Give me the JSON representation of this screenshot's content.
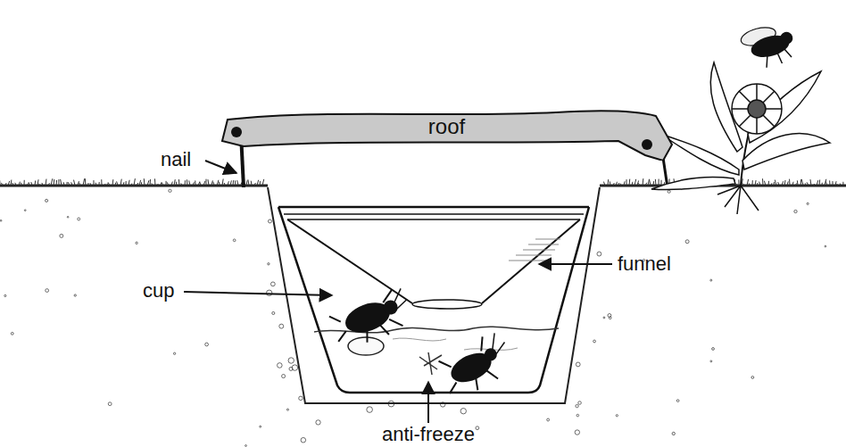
{
  "diagram": {
    "nodes": [
      {
        "text": [
          "roof"
        ]
      }
    ],
    "labels": [
      "nail",
      "cup",
      "funnel",
      "anti-freeze"
    ]
  }
}
